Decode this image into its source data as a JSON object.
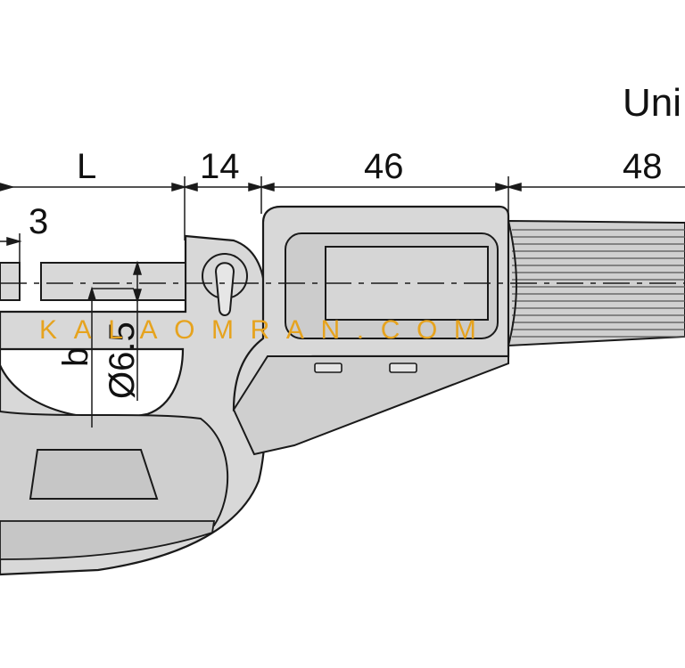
{
  "diagram": {
    "unit_label": "Uni",
    "dimensions": {
      "length": "L",
      "d14": "14",
      "d46": "46",
      "d48": "48",
      "d3": "3",
      "depth": "b",
      "diameter": "Ø6.5"
    }
  },
  "watermark": "KALAOMRAN.COM",
  "colors": {
    "body_fill": "#d8d8d8",
    "body_dark": "#c6c6c6",
    "line": "#1a1a1a",
    "watermark": "#e6a31e"
  }
}
